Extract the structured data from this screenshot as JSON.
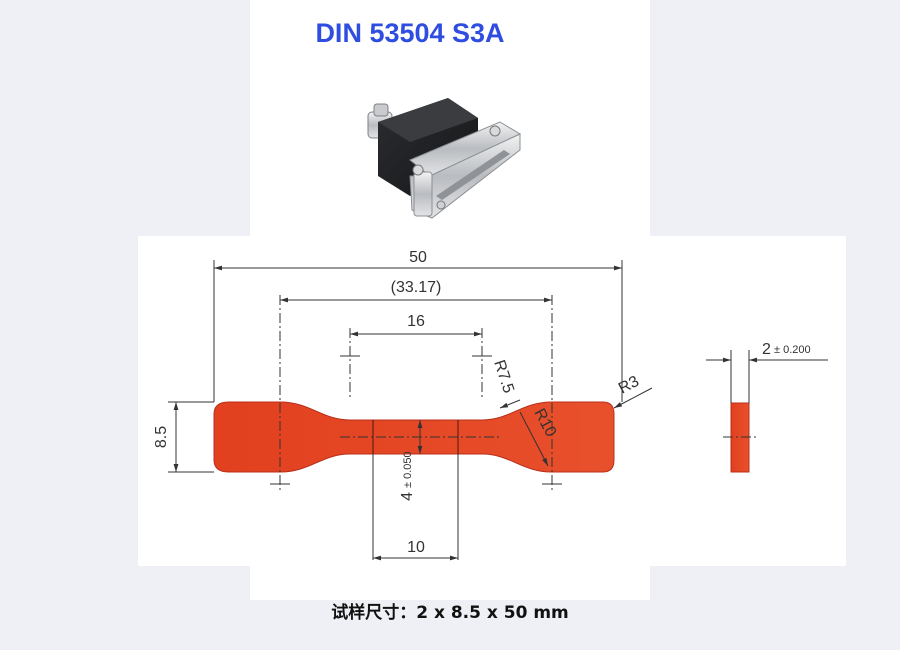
{
  "title": "DIN 53504 S3A",
  "caption": "试样尺寸：2 x 8.5 x 50 mm",
  "colors": {
    "title": "#2f4de0",
    "specimen": "#e04525",
    "specimen_dark": "#b8301a",
    "line": "#333333"
  },
  "icons": {
    "clamp": "tensile-grip-fixture-icon"
  },
  "dimensions": {
    "overall_length": "50",
    "grip_distance": "(33.17)",
    "gauge_length": "16",
    "narrow_length": "10",
    "width": "8.5",
    "narrow_width": "4",
    "narrow_width_tol": "± 0.050",
    "thickness": "2",
    "thickness_tol": "± 0.200",
    "radius_inner": "R7.5",
    "radius_outer": "R10",
    "radius_end": "R3"
  }
}
